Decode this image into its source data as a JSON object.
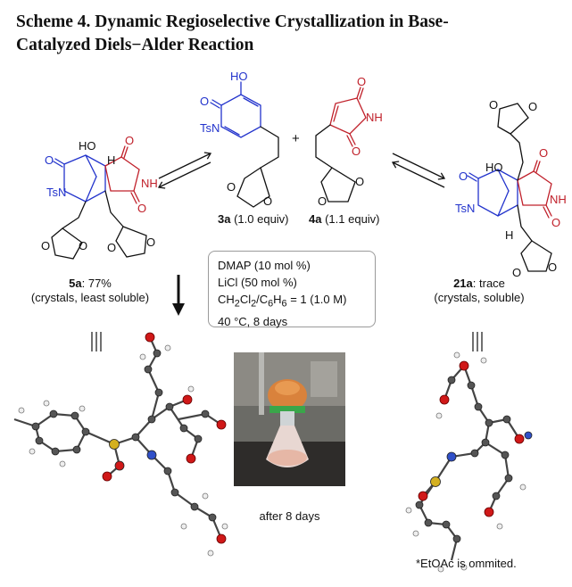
{
  "title_line1": "Scheme 4. Dynamic Regioselective Crystallization in Base-",
  "title_line2": "Catalyzed Diels−Alder Reaction",
  "atoms": {
    "ho": "HO",
    "o": "O",
    "tsn": "TsN",
    "nh": "NH",
    "h": "H",
    "plus": "+"
  },
  "compounds": {
    "c3a_id": "3a",
    "c3a_equiv": "(1.0 equiv)",
    "c4a_id": "4a",
    "c4a_equiv": "(1.1 equiv)",
    "c5a_id": "5a",
    "c5a_yield": ": 77%",
    "c5a_note": "(crystals, least soluble)",
    "c21a_id": "21a",
    "c21a_yield": ": trace",
    "c21a_note": "(crystals, soluble)"
  },
  "conditions": {
    "line1": "DMAP (10 mol %)",
    "line2": "LiCl (50 mol %)",
    "line3_a": "CH",
    "line3_sub1": "2",
    "line3_b": "Cl",
    "line3_sub2": "2",
    "line3_c": "/C",
    "line3_sub3": "6",
    "line3_d": "H",
    "line3_sub4": "6",
    "line3_e": " = 1 (1.0 M)",
    "line4": "40 °C, 8 days"
  },
  "photo_caption": "after 8 days",
  "footnote": "*EtOAc is ommited.",
  "colors": {
    "blue": "#2233cc",
    "red": "#c0202a",
    "black": "#111111"
  }
}
